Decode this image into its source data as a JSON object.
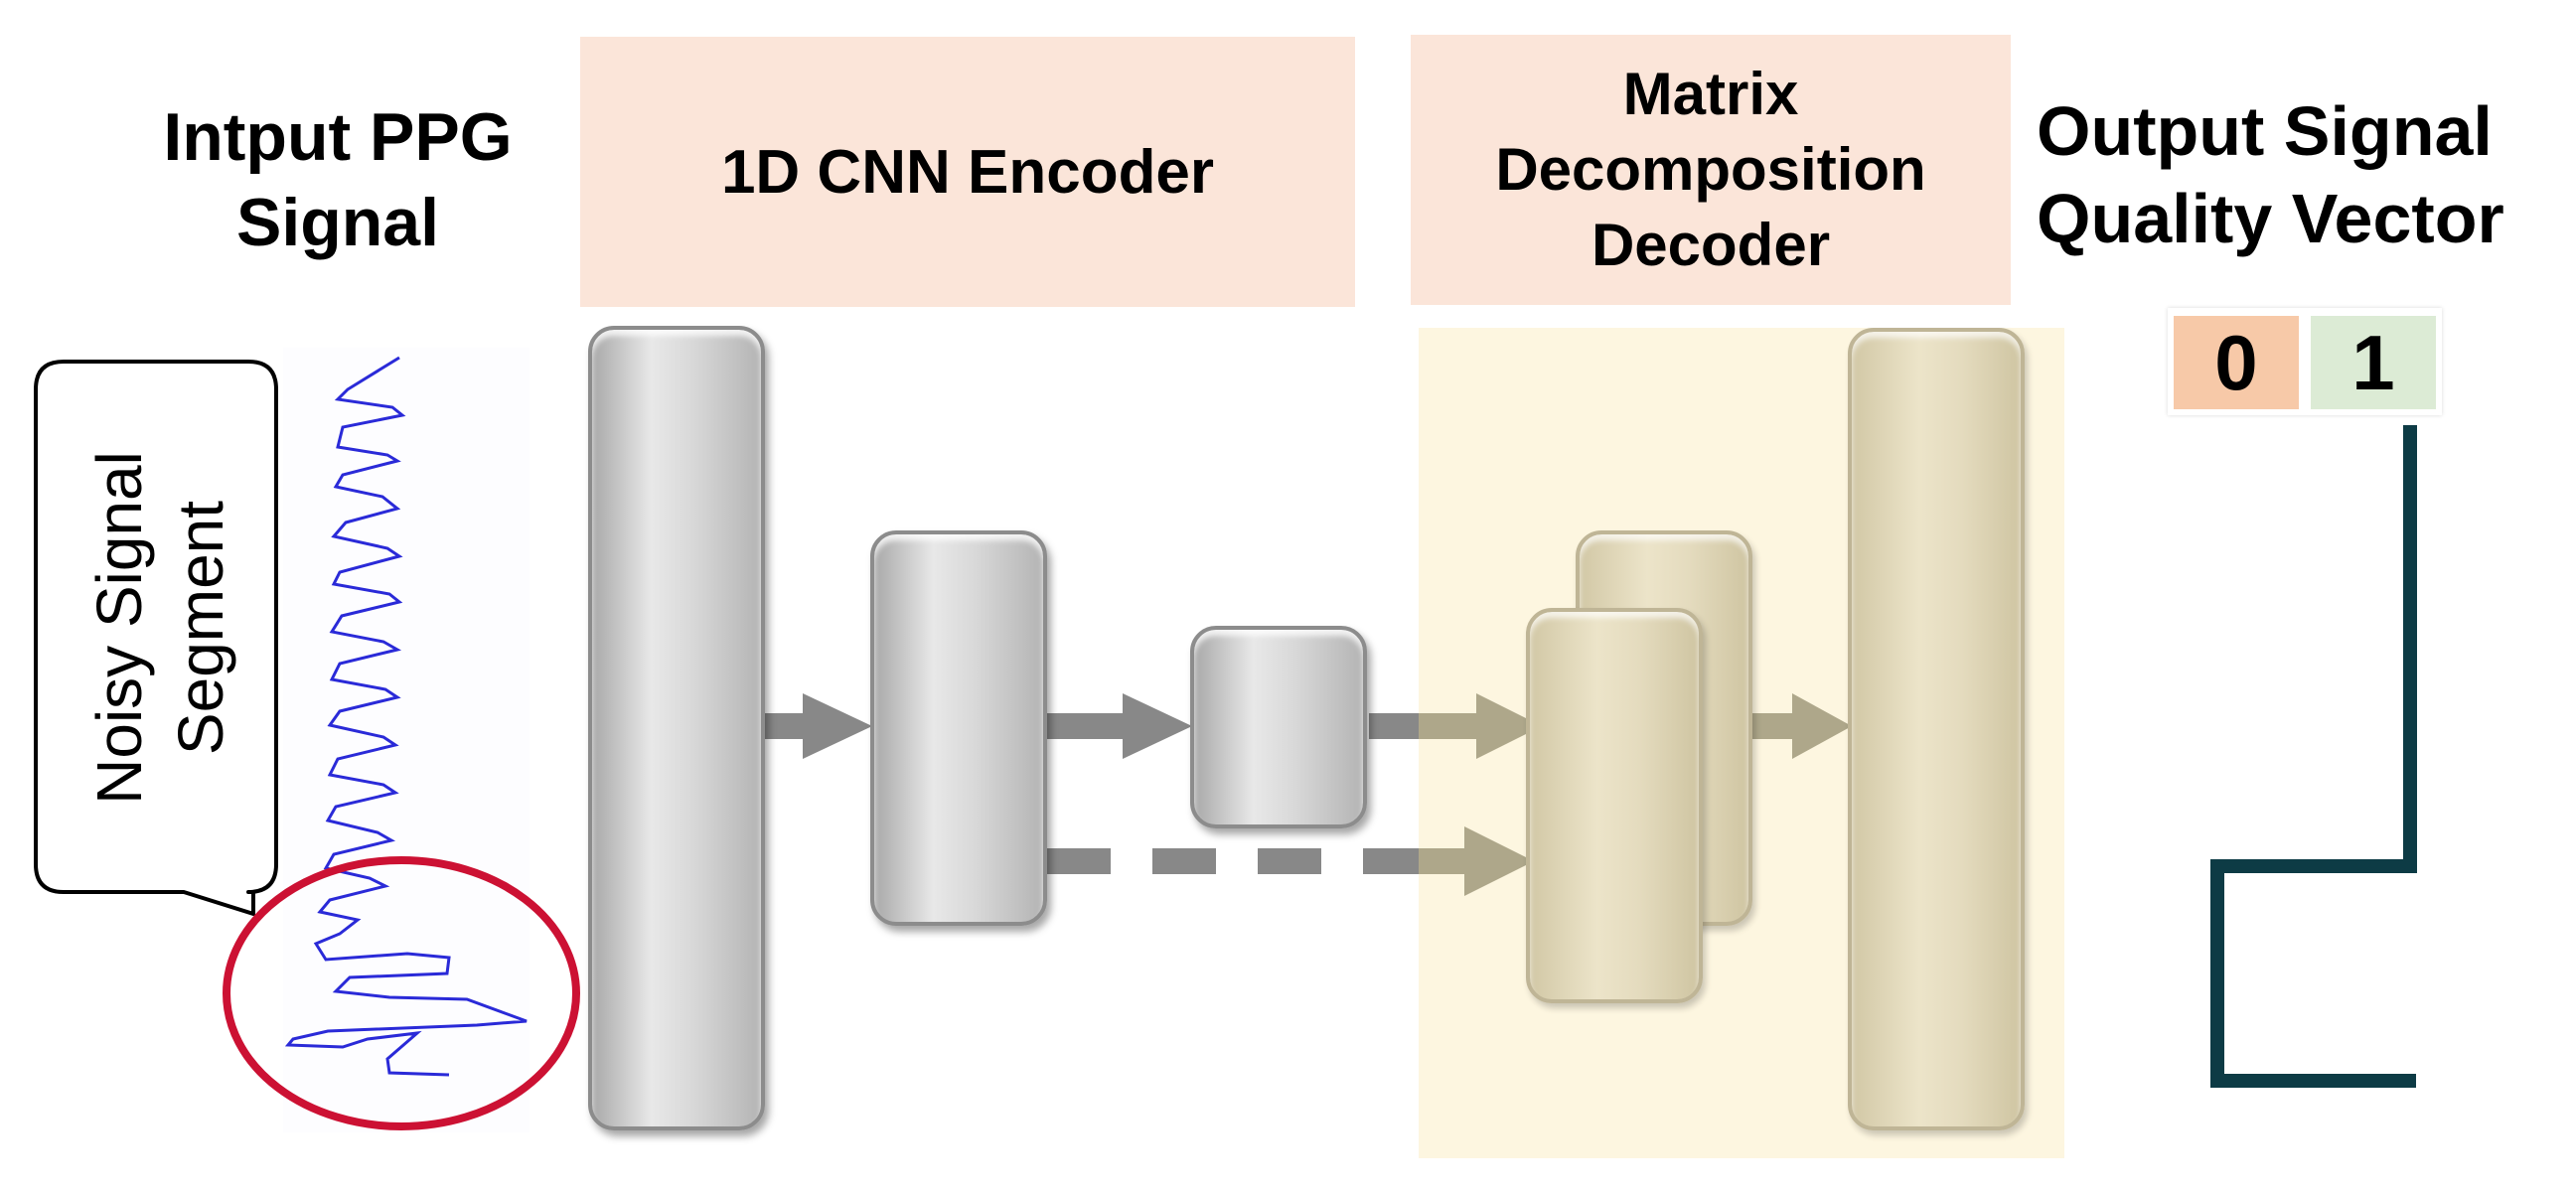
{
  "titles": {
    "input": [
      "Intput PPG",
      "Signal"
    ],
    "encoder": "1D CNN Encoder",
    "decoder": [
      "Matrix",
      "Decomposition",
      "Decoder"
    ],
    "output": [
      "Output Signal",
      "Quality Vector"
    ]
  },
  "callout": {
    "text": [
      "Noisy Signal",
      "Segment"
    ]
  },
  "quality_vector": [
    "0",
    "1"
  ],
  "colors": {
    "header_fill": "#fbe5d9",
    "decoder_region": "#fdf6e0",
    "quality_0": "#f7c9a8",
    "quality_1": "#dcebd5",
    "step_line": "#0d3b45",
    "highlight_circle": "#cc1133",
    "signal": "#2a2ad8",
    "arrow_gray": "#888888",
    "arrow_tan": "#aea78a"
  }
}
